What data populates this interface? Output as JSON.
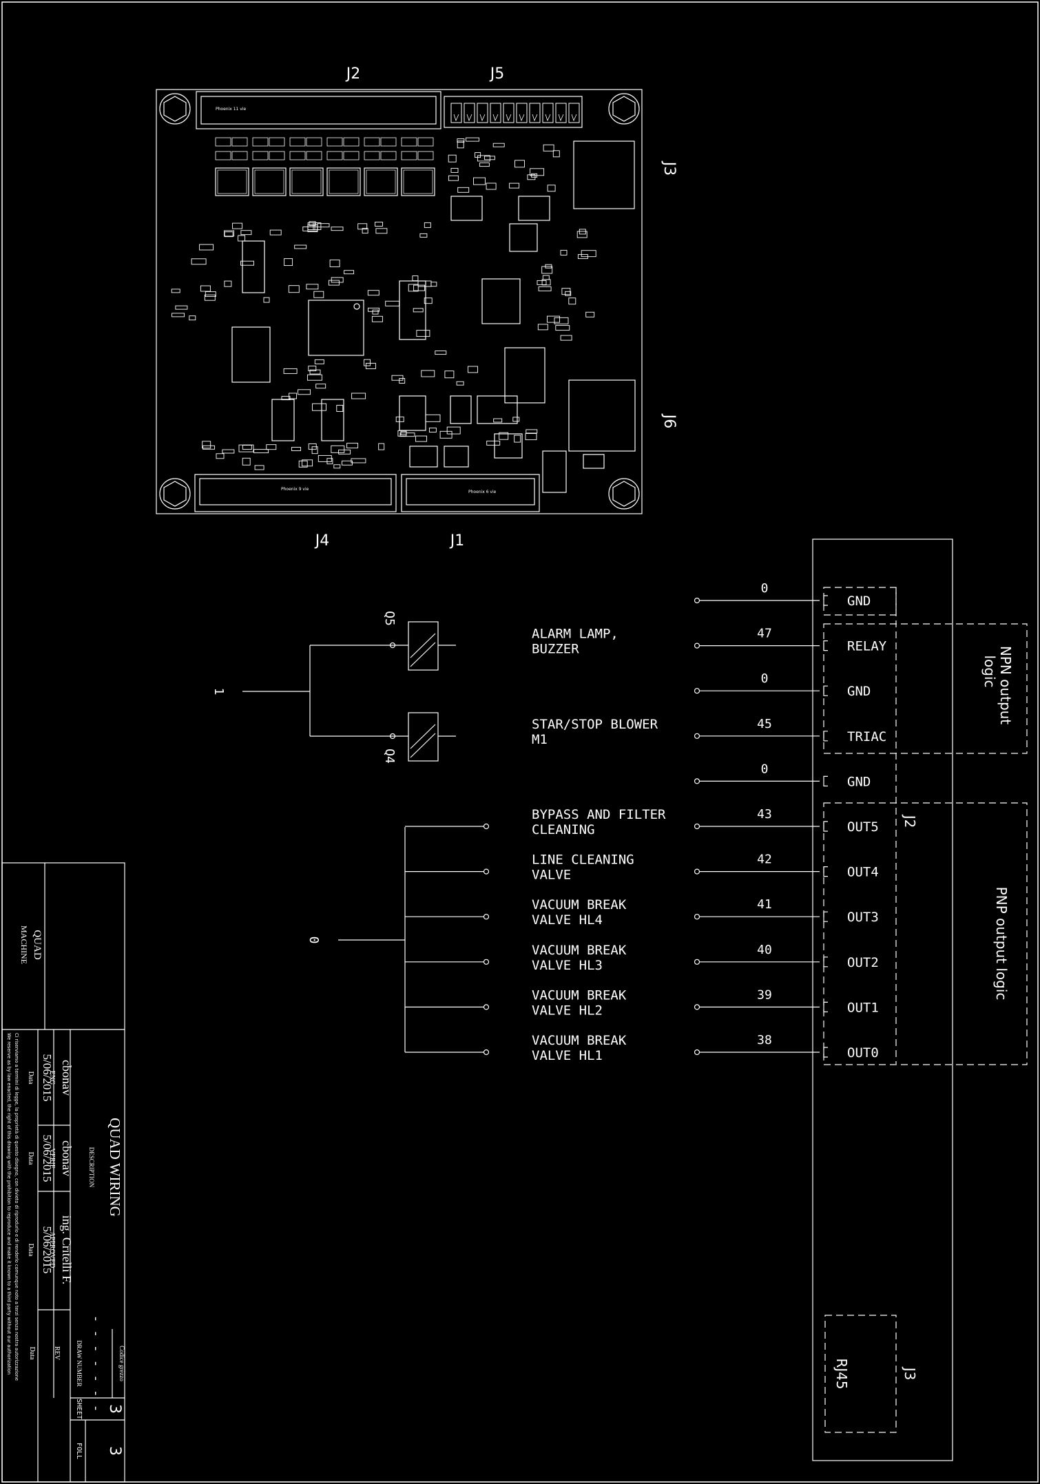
{
  "connectors": {
    "j2": "J2",
    "j5": "J5",
    "j3": "J3",
    "j6": "J6",
    "j4": "J4",
    "j1": "J1"
  },
  "board": {
    "j2_header": "Phoenix 11 vie",
    "j4_header": "Phoenix 9 vie",
    "j1_header": "Phoenix 6 vie"
  },
  "relays": {
    "q5": "Q5",
    "q4": "Q4",
    "common_wire": "1",
    "valve_common_wire": "0"
  },
  "loads": [
    {
      "line1": "ALARM LAMP,",
      "line2": "BUZZER"
    },
    {
      "line1": "STAR/STOP BLOWER",
      "line2": "M1"
    },
    {
      "line1": "BYPASS AND FILTER",
      "line2": "CLEANING"
    },
    {
      "line1": "LINE CLEANING",
      "line2": "VALVE"
    },
    {
      "line1": "VACUUM BREAK",
      "line2": "VALVE HL4"
    },
    {
      "line1": "VACUUM BREAK",
      "line2": "VALVE HL3"
    },
    {
      "line1": "VACUUM BREAK",
      "line2": "VALVE HL2"
    },
    {
      "line1": "VACUUM BREAK",
      "line2": "VALVE HL1"
    }
  ],
  "terminals": [
    {
      "wire": "0",
      "pin": "GND"
    },
    {
      "wire": "47",
      "pin": "RELAY"
    },
    {
      "wire": "0",
      "pin": "GND"
    },
    {
      "wire": "45",
      "pin": "TRIAC"
    },
    {
      "wire": "0",
      "pin": "GND"
    },
    {
      "wire": "43",
      "pin": "OUT5"
    },
    {
      "wire": "42",
      "pin": "OUT4"
    },
    {
      "wire": "41",
      "pin": "OUT3"
    },
    {
      "wire": "40",
      "pin": "OUT2"
    },
    {
      "wire": "39",
      "pin": "OUT1"
    },
    {
      "wire": "38",
      "pin": "OUT0"
    }
  ],
  "groups": {
    "npn_line1": "NPN output",
    "npn_line2": "logic",
    "pnp": "PNP output logic",
    "block_j2": "J2",
    "rj45": "RJ45",
    "block_j3": "J3"
  },
  "title_block": {
    "machine_line1": "QUAD",
    "machine_line2": "MACHINE",
    "eng_name": "cbonav",
    "eng_role": "ENG",
    "eng_date": "5/06/2015",
    "eng_date_label": "Data",
    "verif_name": "cbonav",
    "verif_role": "VERIF",
    "verif_date": "5/06/2015",
    "verif_date_label": "Data",
    "appr_name": "ing. Critelli F.",
    "appr_role": "APPROVED",
    "appr_date": "5/06/2015",
    "appr_date_label": "Data",
    "rev_date_label": "Data",
    "rev_label": "REV",
    "description_label": "DESCRIPTION",
    "description": "QUAD WIRING",
    "codice_label": "Codice grezzo",
    "draw_number_label": "DRAW NUMBER",
    "draw_number": "- - - - - - -",
    "sheet": "3",
    "sheet_label": "SHEET",
    "foll": "3",
    "foll_label": "FOLL",
    "notice_it": "Ci riserviamo a termini di legge, la proprietà di questo disegno, con divieto di riprodurlo e di renderlo comunque noto a terzi senza nostra autorizzazione",
    "notice_en": "We reserve as by law enacted, the right of this drawing with the prohibition to reproduce and make it known to a third party without our authorization"
  }
}
